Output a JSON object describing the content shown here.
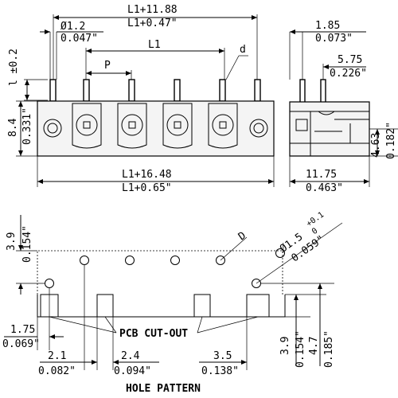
{
  "front_view": {
    "top_total": "L1+11.88",
    "top_total_in": "L1+0.47\"",
    "pin_dia": "Ø1.2",
    "pin_dia_in": "0.047\"",
    "pitch_span": "L1",
    "pitch": "P",
    "pin_label": "d",
    "pin_len": "l ±0.2",
    "height": "8.4",
    "height_in": "0.331\"",
    "bottom_total": "L1+16.48",
    "bottom_total_in": "L1+0.65\""
  },
  "side_view": {
    "pin_offset": "1.85",
    "pin_offset_in": "0.073\"",
    "pin_space": "5.75",
    "pin_space_in": "0.226\"",
    "depth": "11.75",
    "depth_in": "0.463\"",
    "mount_height": "4.63",
    "mount_height_in": "0.182\""
  },
  "hole_pattern": {
    "row_gap": "3.9",
    "row_gap_in": "0.154\"",
    "hole_label": "D",
    "hole_dia": "Ø1.5",
    "hole_tol_plus": "+0.1",
    "hole_tol_minus": "0",
    "hole_dia_in": "0.059\"",
    "cutout_label": "PCB CUT-OUT",
    "left_offset": "1.75",
    "left_offset_in": "0.069\"",
    "slot_a": "2.1",
    "slot_a_in": "0.082\"",
    "slot_b": "2.4",
    "slot_b_in": "0.094\"",
    "slot_c": "3.5",
    "slot_c_in": "0.138\"",
    "right_h1": "3.9",
    "right_h1_in": "0.154\"",
    "right_h2": "4.7",
    "right_h2_in": "0.185\"",
    "title": "HOLE PATTERN"
  }
}
